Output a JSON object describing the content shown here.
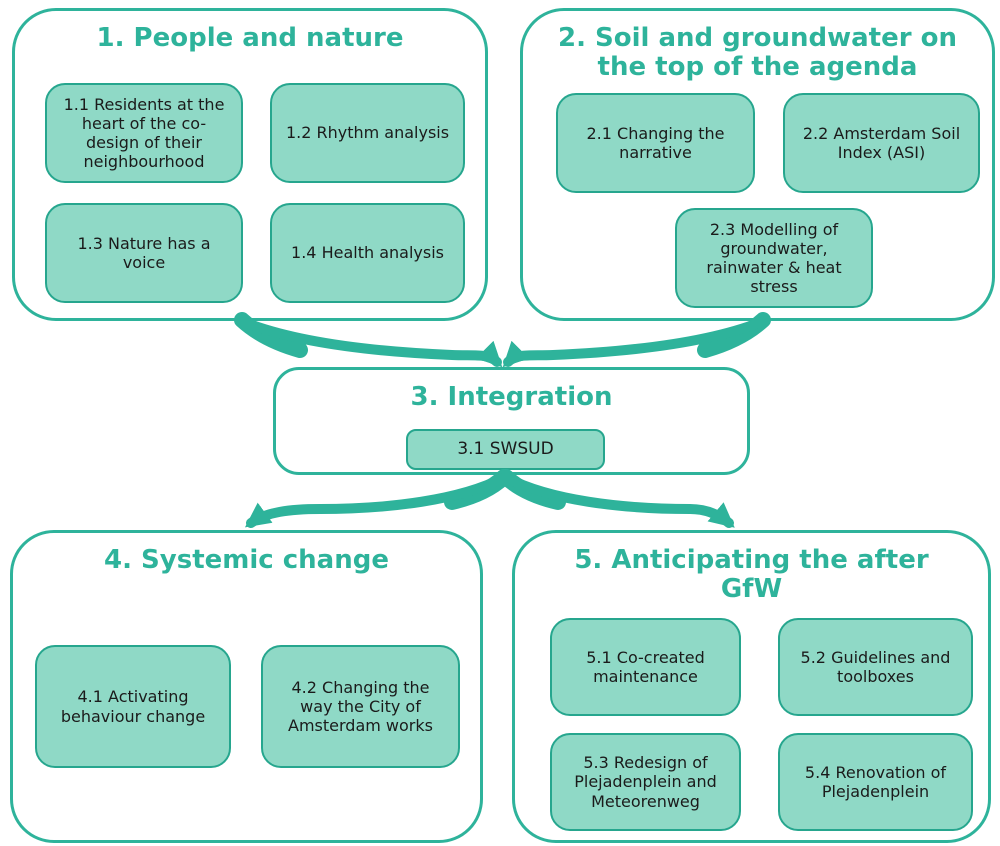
{
  "colors": {
    "accent": "#2EB39B",
    "accent_dark": "#26A68E",
    "item_fill": "#8FD9C6",
    "text": "#1B1B1B",
    "background": "#FFFFFF"
  },
  "diagram": {
    "sections": [
      {
        "id": "1",
        "title_lines": [
          "1. People and nature"
        ],
        "items": [
          {
            "id": "1.1",
            "label": "1.1 Residents at the heart of the co-design of their neighbourhood"
          },
          {
            "id": "1.2",
            "label": "1.2 Rhythm analysis"
          },
          {
            "id": "1.3",
            "label": "1.3 Nature has a voice"
          },
          {
            "id": "1.4",
            "label": "1.4 Health analysis"
          }
        ]
      },
      {
        "id": "2",
        "title_lines": [
          "2. Soil and groundwater on",
          "the top of the agenda"
        ],
        "items": [
          {
            "id": "2.1",
            "label": "2.1 Changing the narrative"
          },
          {
            "id": "2.2",
            "label": "2.2 Amsterdam Soil Index (ASI)"
          },
          {
            "id": "2.3",
            "label": "2.3 Modelling of groundwater, rainwater & heat stress"
          }
        ]
      },
      {
        "id": "3",
        "title_lines": [
          "3. Integration"
        ],
        "items": [
          {
            "id": "3.1",
            "label": "3.1 SWSUD"
          }
        ]
      },
      {
        "id": "4",
        "title_lines": [
          "4. Systemic change"
        ],
        "items": [
          {
            "id": "4.1",
            "label": "4.1 Activating behaviour change"
          },
          {
            "id": "4.2",
            "label": "4.2 Changing the way the City of Amsterdam works"
          }
        ]
      },
      {
        "id": "5",
        "title_lines": [
          "5. Anticipating the after",
          "GfW"
        ],
        "items": [
          {
            "id": "5.1",
            "label": "5.1 Co-created maintenance"
          },
          {
            "id": "5.2",
            "label": "5.2 Guidelines and toolboxes"
          },
          {
            "id": "5.3",
            "label": "5.3 Redesign of Plejadenplein and Meteorenweg"
          },
          {
            "id": "5.4",
            "label": "5.4 Renovation of Plejadenplein"
          }
        ]
      }
    ],
    "connections": [
      {
        "from": "1",
        "to": "3"
      },
      {
        "from": "2",
        "to": "3"
      },
      {
        "from": "3",
        "to": "4"
      },
      {
        "from": "3",
        "to": "5"
      }
    ]
  }
}
